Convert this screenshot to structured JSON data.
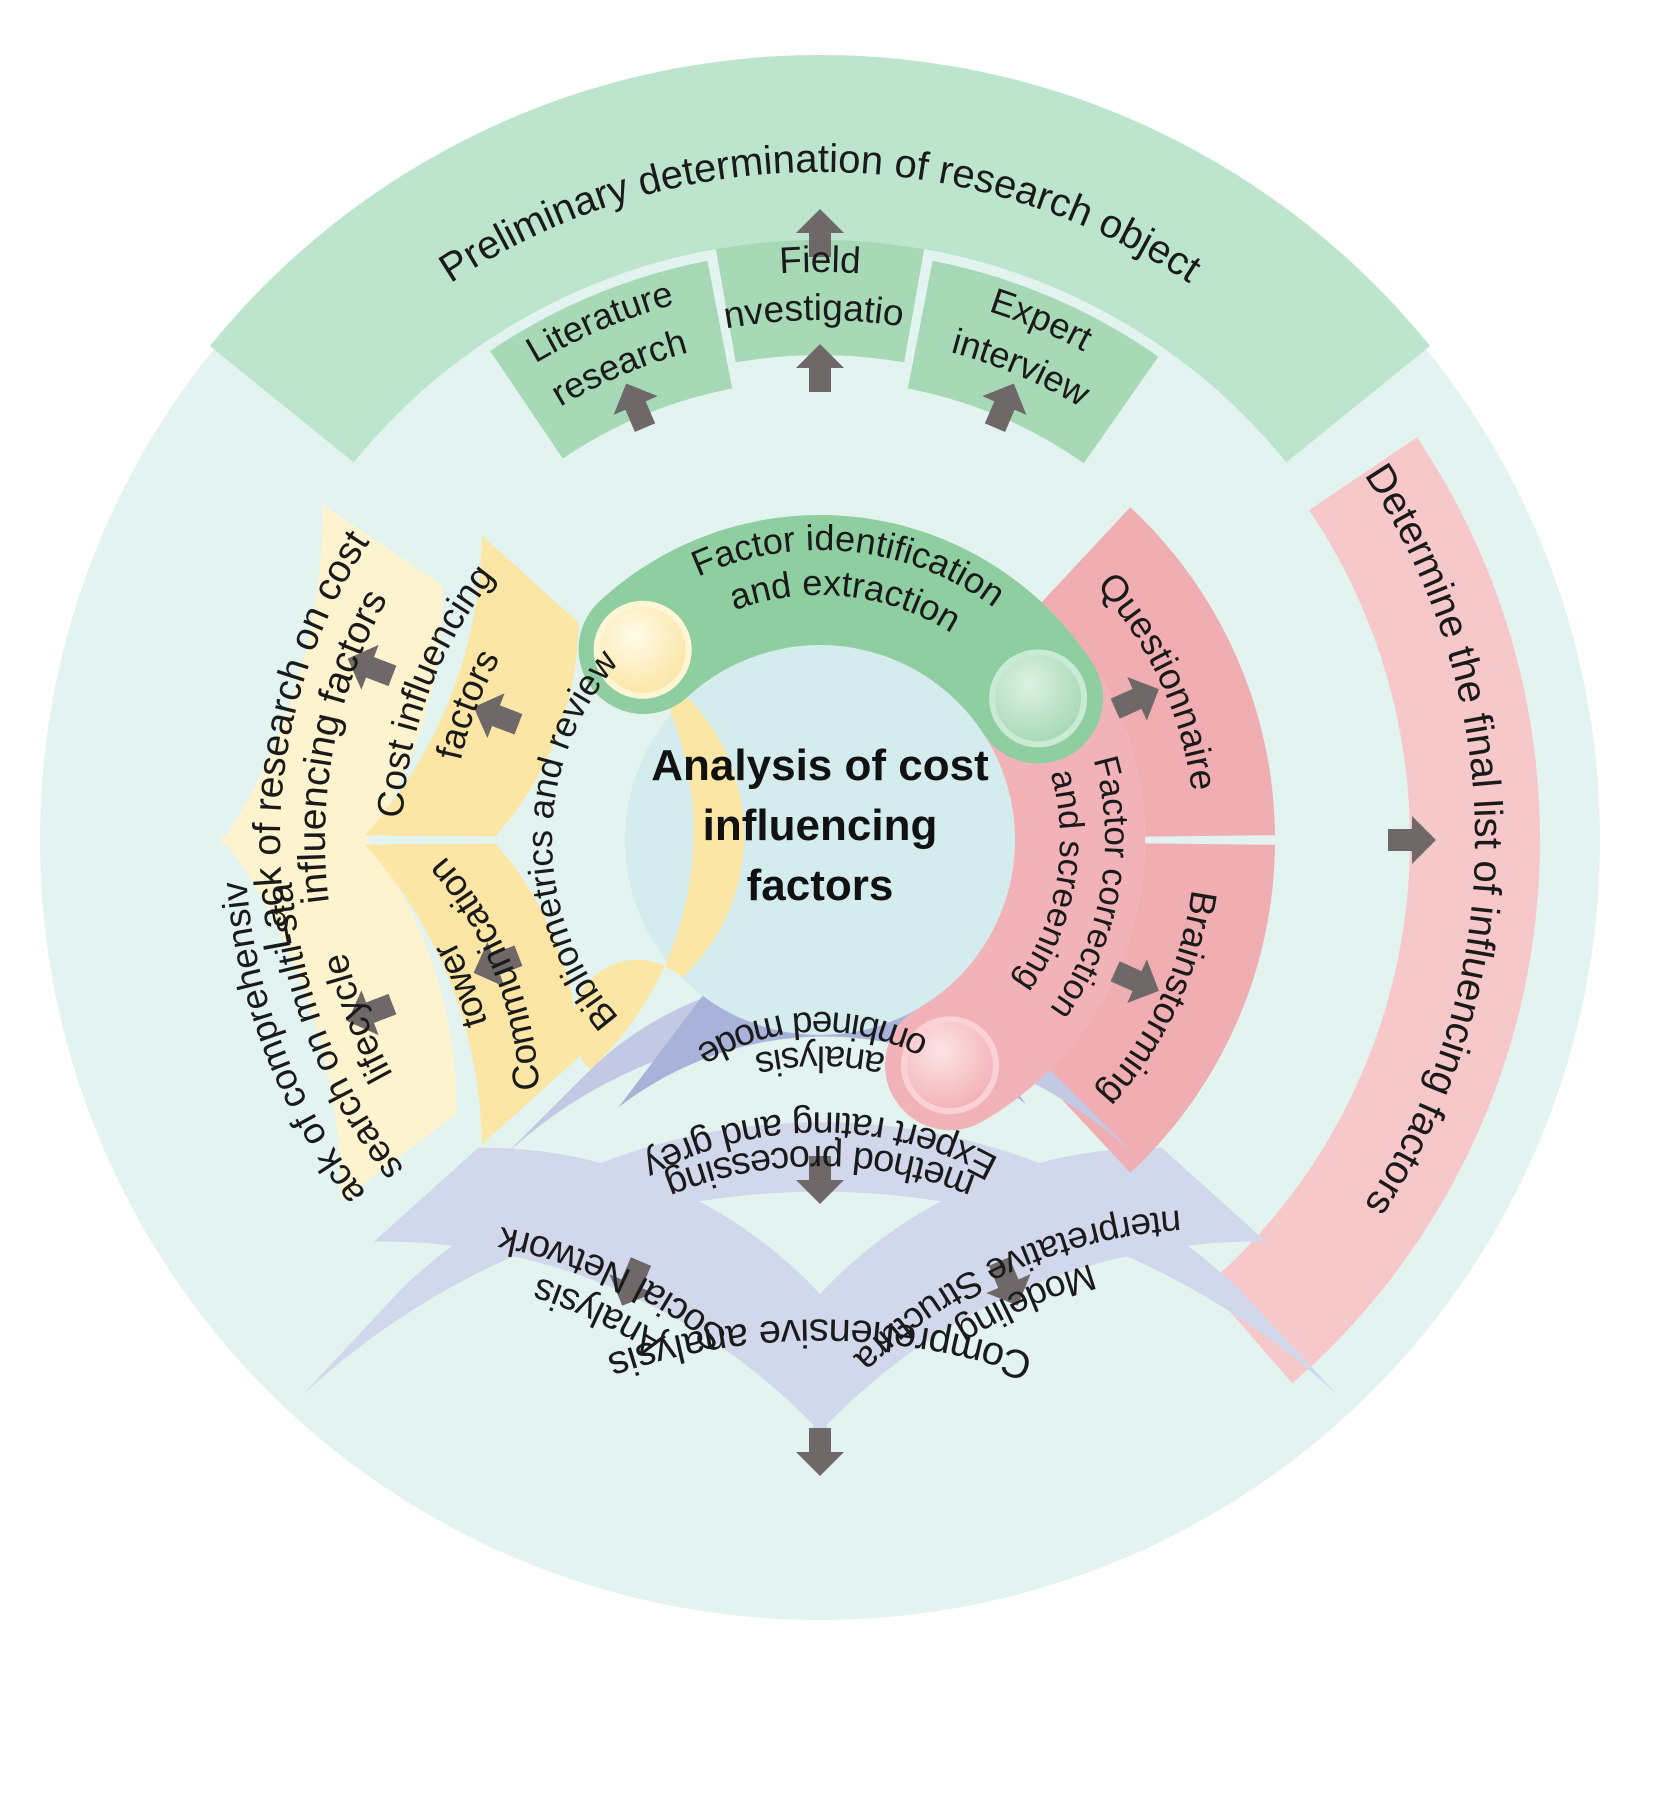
{
  "center": {
    "lines": [
      "Analysis of cost",
      "influencing",
      "factors"
    ]
  },
  "colors": {
    "disk": "#e2f3f0",
    "green_outer": "#bde5cd",
    "green_mid": "#a8d9b7",
    "green_band": "#8fcea0",
    "yellow_outer": "#fdf3cf",
    "yellow_band": "#fbe6a6",
    "red_outer": "#f7c8ca",
    "red_mid": "#f1aeb2",
    "red_band": "#f2b3b8",
    "blue_outer": "#d2d8ec",
    "blue_mid": "#c3c9e4",
    "blue_band": "#a9b2d9",
    "arrow": "#6e6868",
    "center_fill": "#d4ecee"
  },
  "inner_ring": {
    "bibliometrics": "Bibliometrics and review",
    "factor_identification": [
      "Factor identification",
      "and extraction"
    ],
    "factor_correction": [
      "Factor correction",
      "and screening"
    ],
    "combined_model": [
      "Combined model",
      "analysis"
    ]
  },
  "middle_ring": {
    "literature_research": [
      "Literature",
      "research"
    ],
    "field_investigation": [
      "Field",
      "investigation"
    ],
    "expert_interview": [
      "Expert",
      "interview"
    ],
    "questionnaire": "Questionnaire",
    "brainstorming": "Brainstorming",
    "cost_influencing_factors": [
      "Cost influencing",
      "factors"
    ],
    "communication_tower": [
      "Communication",
      "tower"
    ],
    "expert_rating": [
      "Expert rating and grey",
      "method processing"
    ]
  },
  "outer_ring": {
    "preliminary_determination": "Preliminary determination of research object",
    "determine_final_list": "Determine the final list of influencing factors",
    "lack_of_research": [
      "Lack of research on cost",
      "influencing factors"
    ],
    "lack_of_comprehensive": [
      "Lack of comprehensive",
      "research on multi-stage",
      "lifecycle"
    ],
    "social_network_analysis": [
      "Social Network",
      "Analysis"
    ],
    "interpretative_structural_modeling": [
      "Interpretative Structural",
      "Modeling"
    ],
    "comprehensive_analysis": "Comprehensive analysis"
  }
}
